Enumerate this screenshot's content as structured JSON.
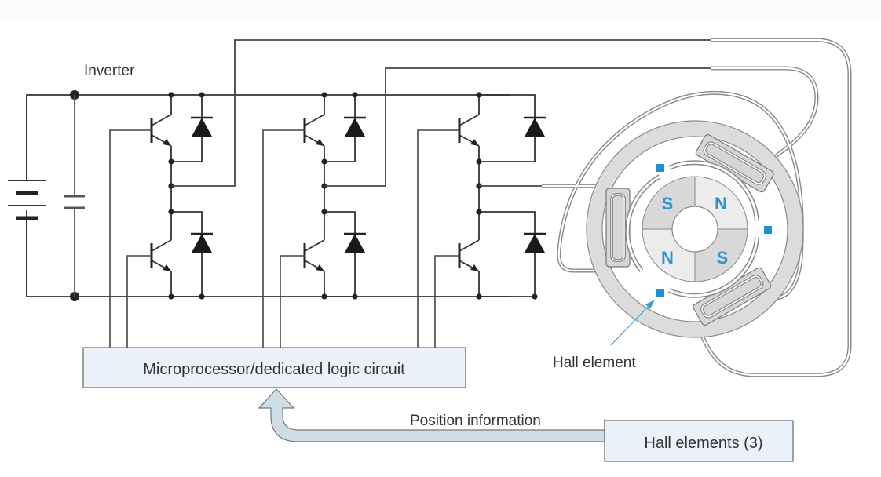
{
  "title": "Brushless DC motor drive with Hall element position sensing",
  "labels": {
    "inverter": "Inverter",
    "controller": "Microprocessor/dedicated logic circuit",
    "hall_element": "Hall element",
    "hall_elements_box": "Hall elements (3)",
    "position_information": "Position information"
  },
  "rotor_poles": [
    "S",
    "N",
    "N",
    "S"
  ],
  "inverter_legs": [
    {
      "name": "leg-u",
      "switches": [
        "upper-transistor",
        "lower-transistor"
      ],
      "diodes": 2
    },
    {
      "name": "leg-v",
      "switches": [
        "upper-transistor",
        "lower-transistor"
      ],
      "diodes": 2
    },
    {
      "name": "leg-w",
      "switches": [
        "upper-transistor",
        "lower-transistor"
      ],
      "diodes": 2
    }
  ],
  "hall_sensor_count": 3,
  "colors": {
    "wire": "#333333",
    "box_fill": "#eaf1f8",
    "arrow_fill": "#cfdde7",
    "hall_blue": "#1f8fd6",
    "stator_gray": "#dedede",
    "rotor_dark": "#d8d8d8",
    "rotor_light": "#ececec"
  }
}
